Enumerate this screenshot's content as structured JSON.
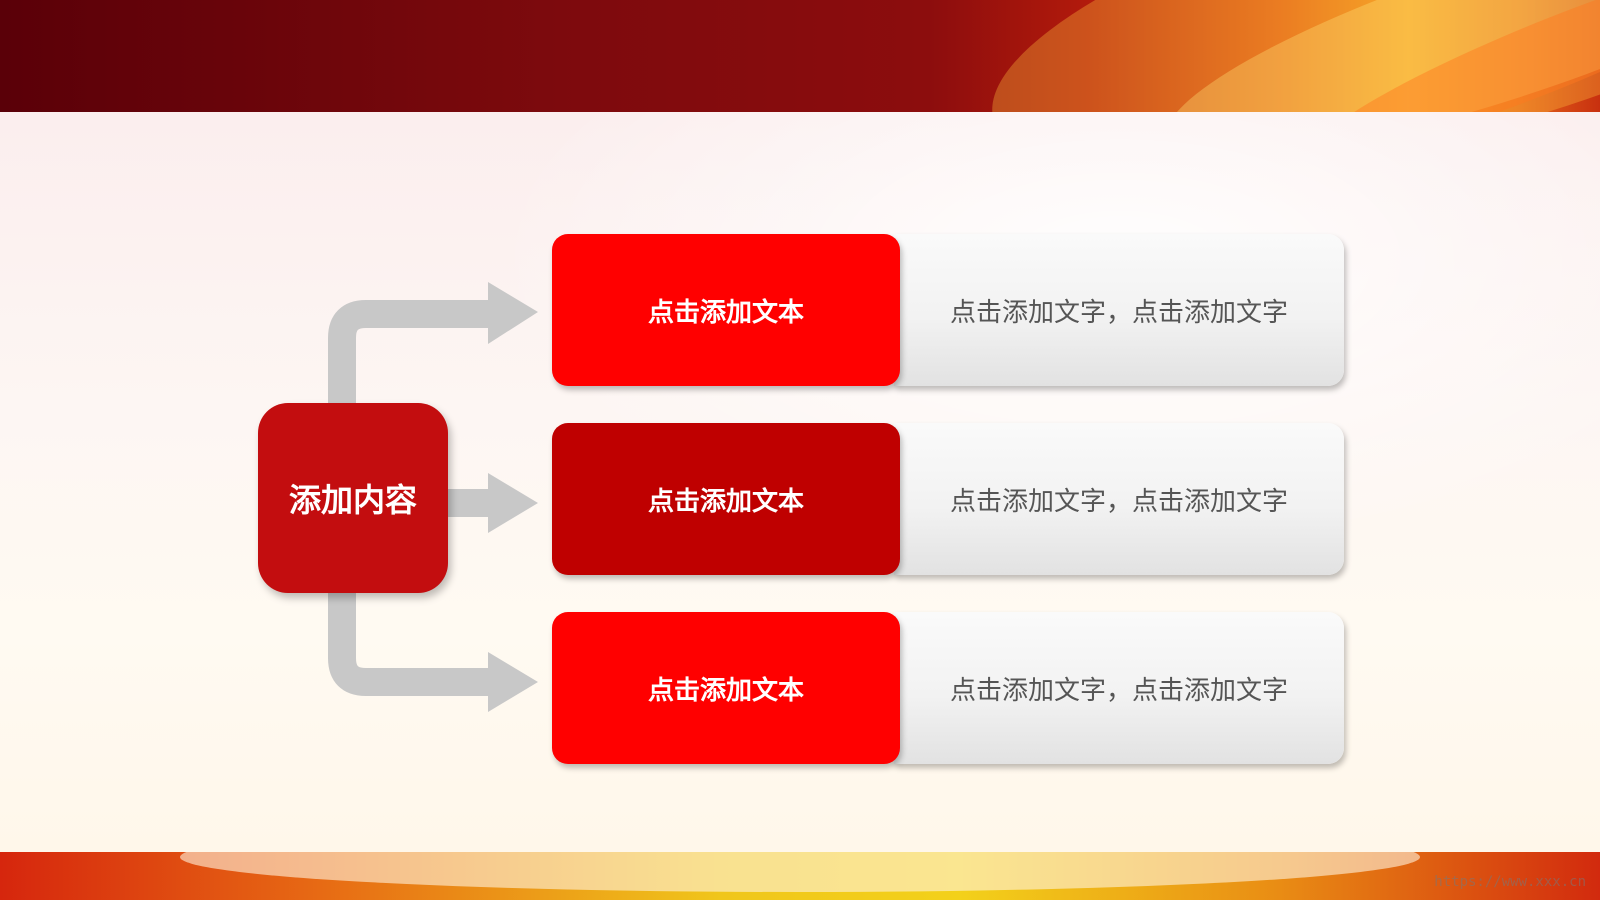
{
  "colors": {
    "center_fill": "#c30d0f",
    "bright_red": "#ff0000",
    "dark_red": "#bf0000",
    "arrow_gray": "#c8c8c8",
    "desc_text": "#555555"
  },
  "diagram": {
    "center": {
      "label": "添加内容"
    },
    "branches": [
      {
        "title": "点击添加文本",
        "desc": "点击添加文字，点击添加文字",
        "color": "#ff0000"
      },
      {
        "title": "点击添加文本",
        "desc": "点击添加文字，点击添加文字",
        "color": "#bf0000"
      },
      {
        "title": "点击添加文本",
        "desc": "点击添加文字，点击添加文字",
        "color": "#ff0000"
      }
    ]
  },
  "watermark": "https://www.xxx.cn"
}
